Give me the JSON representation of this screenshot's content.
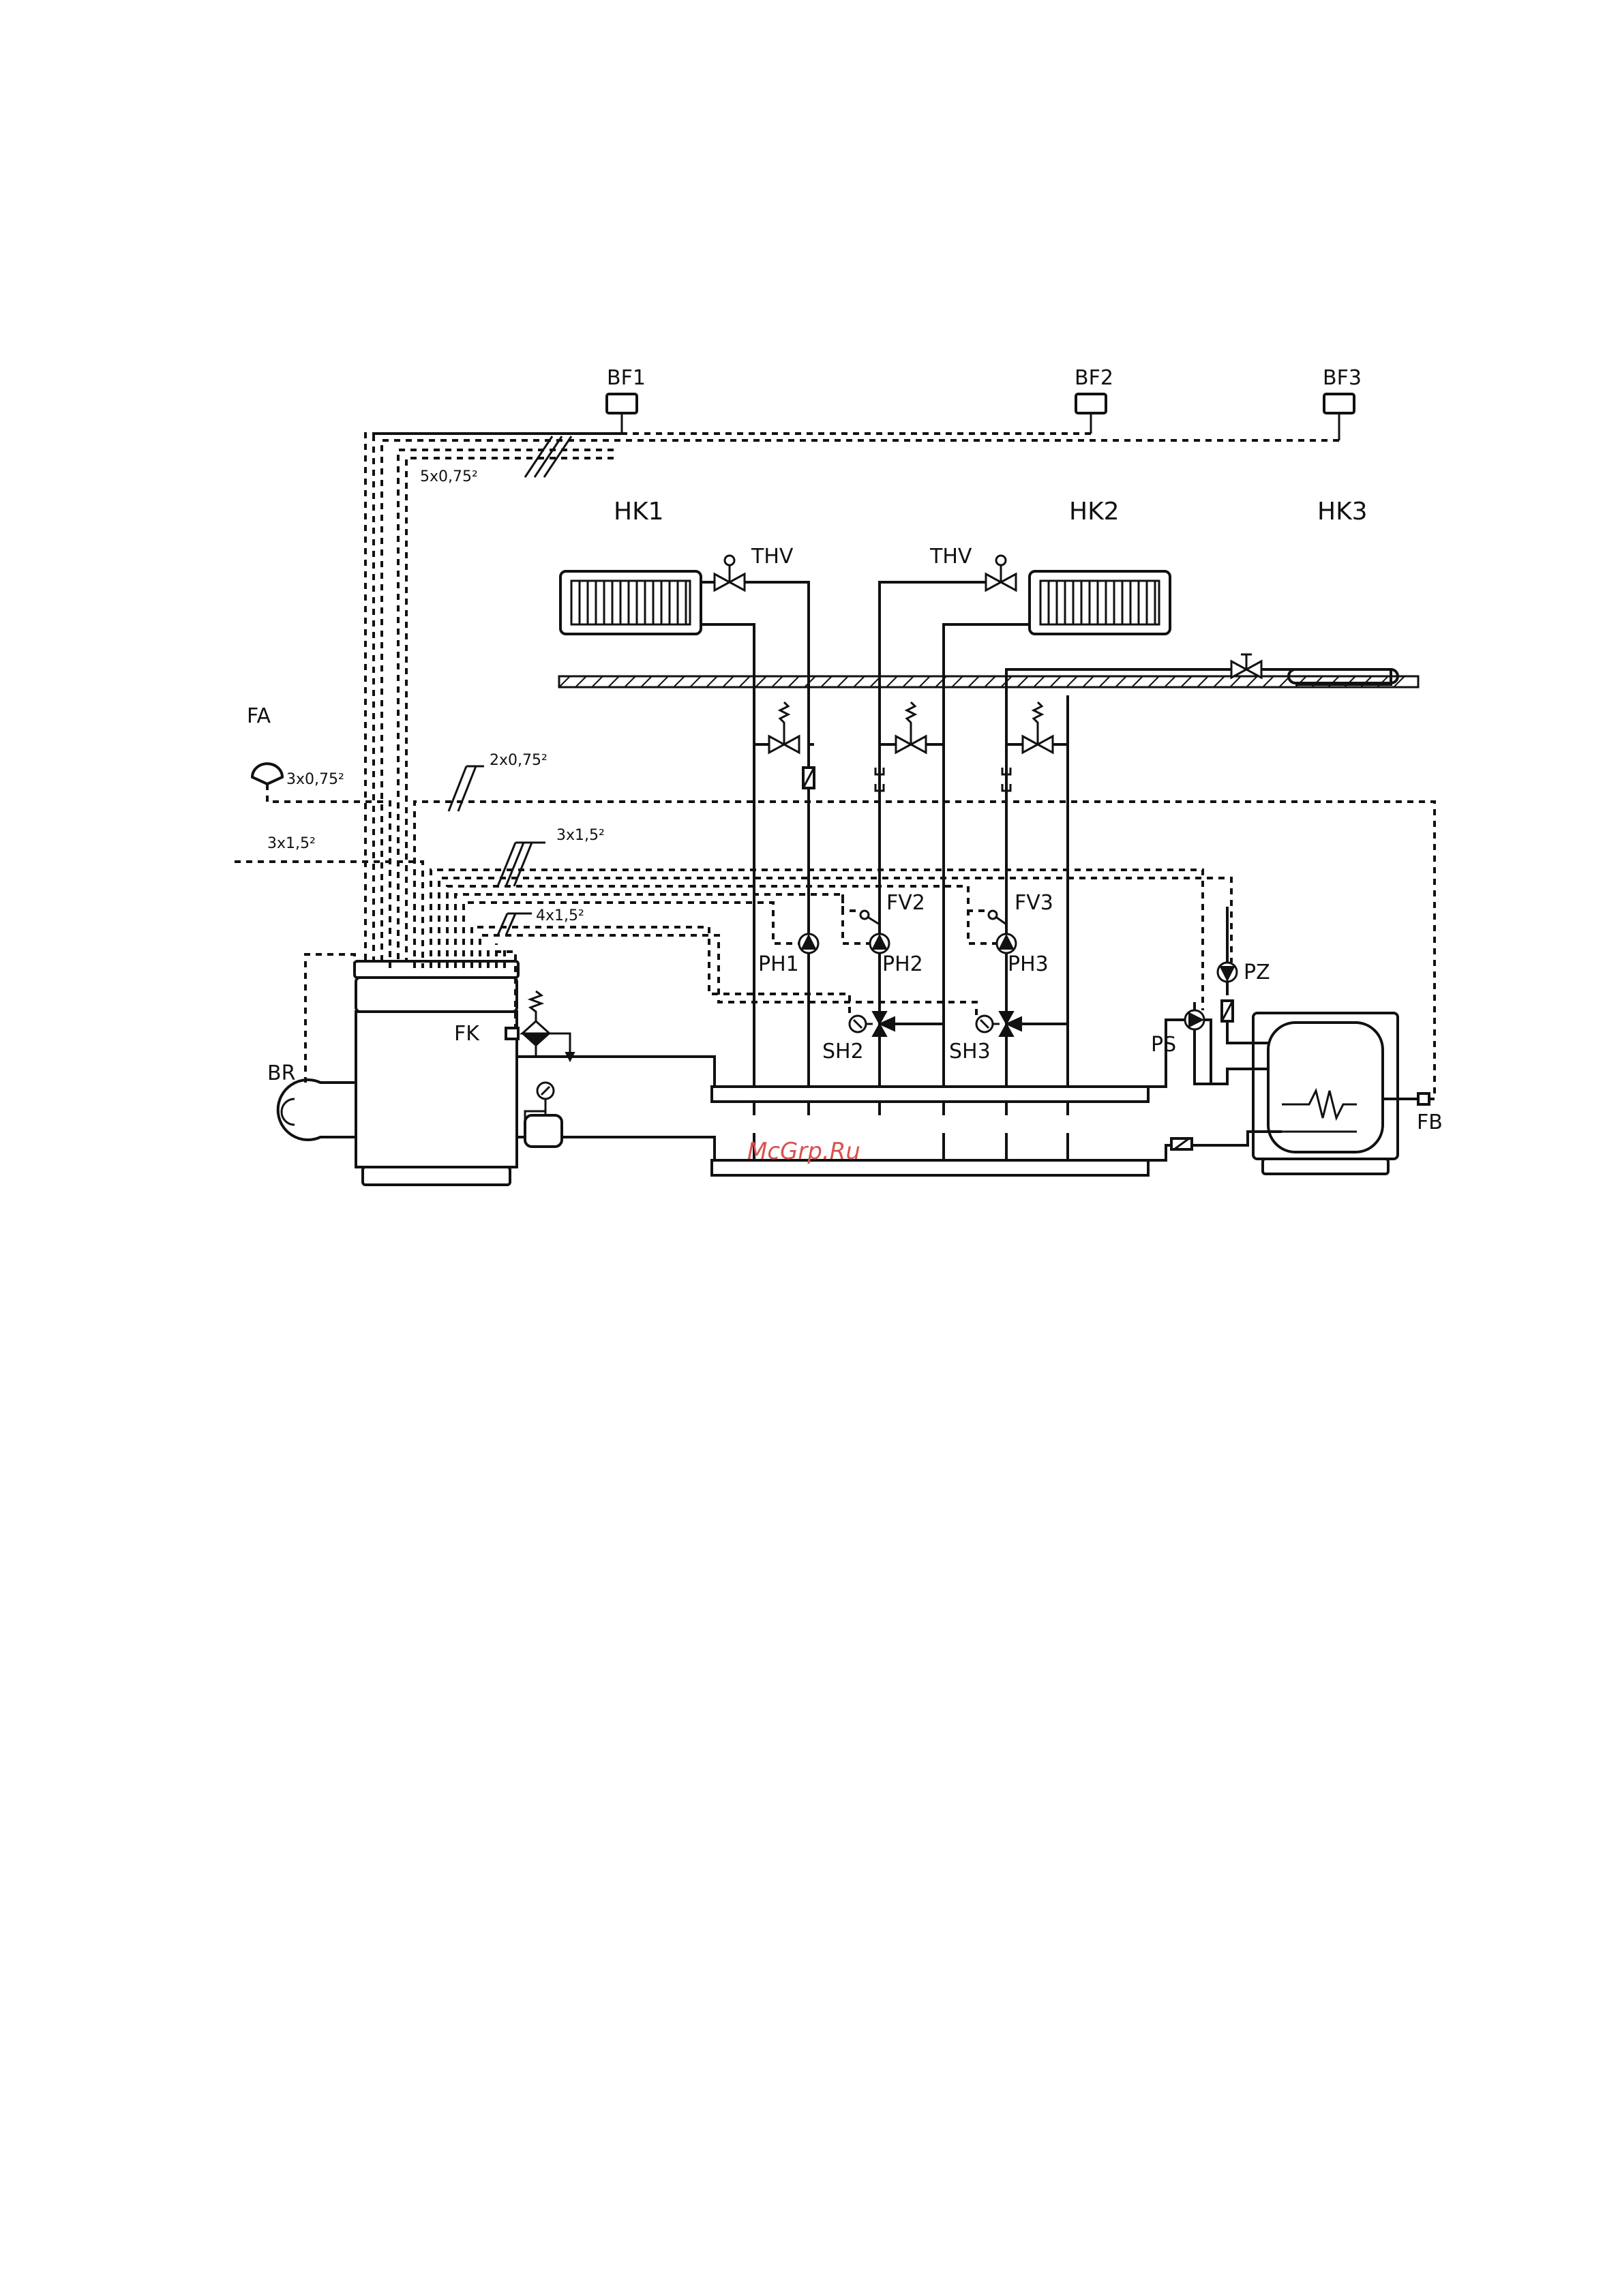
{
  "labels": {
    "bf1": "BF1",
    "bf2": "BF2",
    "bf3": "BF3",
    "hk1": "HK1",
    "hk2": "HK2",
    "hk3": "HK3",
    "thv1": "THV",
    "thv2": "THV",
    "fa": "FA",
    "fk": "FK",
    "br": "BR",
    "fv2": "FV2",
    "fv3": "FV3",
    "ph1": "PH1",
    "ph2": "PH2",
    "ph3": "PH3",
    "sh2": "SH2",
    "sh3": "SH3",
    "ps": "PS",
    "pz": "PZ",
    "fb": "FB"
  },
  "cables": {
    "c5x075": "5x0,75²",
    "c3x075": "3x0,75²",
    "c2x075": "2x0,75²",
    "c3x15_left": "3x1,5²",
    "c3x15": "3x1,5²",
    "c4x15": "4x1,5²"
  },
  "watermark": {
    "text": "McGrp.Ru",
    "color": "#d9534f"
  }
}
